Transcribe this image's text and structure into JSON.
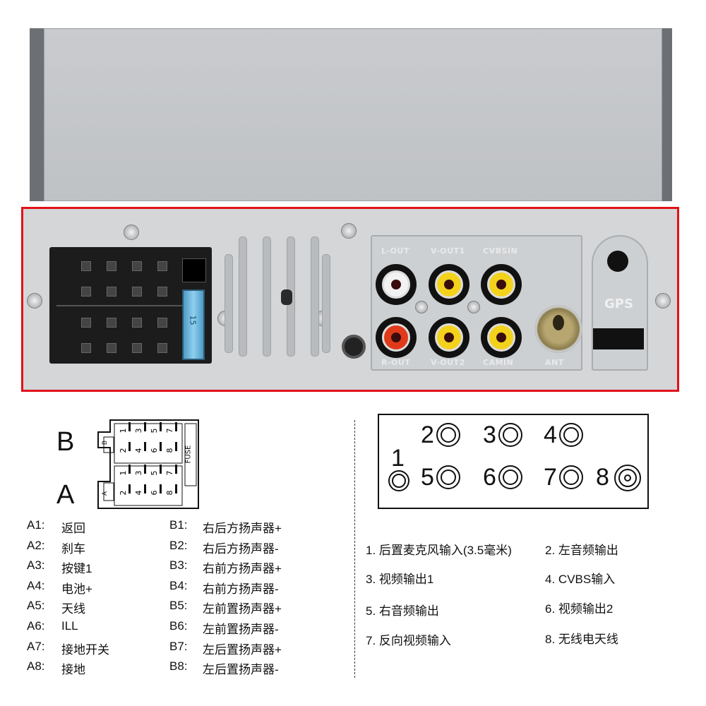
{
  "panel": {
    "rca_labels_top": [
      "L-OUT",
      "V-OUT1",
      "CVBSIN"
    ],
    "rca_labels_bottom": [
      "R-OUT",
      "V-OUT2",
      "CAMIN"
    ],
    "ant_label": "ANT",
    "gps_label": "GPS",
    "fuse_label": "15",
    "colors": {
      "highlight_border": "#e2111b",
      "rca_white": "#f2f2f2",
      "rca_red": "#e03a1a",
      "rca_yellow": "#f3d21c",
      "fuse": "#5aaedb"
    }
  },
  "pin_diagram": {
    "label_b": "B",
    "label_a": "A",
    "small_b": "B",
    "small_a": "A",
    "fuse": "FUSE",
    "top_row": [
      "1",
      "3",
      "5",
      "7"
    ],
    "bottom_row": [
      "2",
      "4",
      "6",
      "8"
    ]
  },
  "pins_a": [
    {
      "pin": "A1:",
      "desc": "返回"
    },
    {
      "pin": "A2:",
      "desc": "刹车"
    },
    {
      "pin": "A3:",
      "desc": "按键1"
    },
    {
      "pin": "A4:",
      "desc": "电池+"
    },
    {
      "pin": "A5:",
      "desc": "天线"
    },
    {
      "pin": "A6:",
      "desc": "ILL"
    },
    {
      "pin": "A7:",
      "desc": "接地开关"
    },
    {
      "pin": "A8:",
      "desc": "接地"
    }
  ],
  "pins_b": [
    {
      "pin": "B1:",
      "desc": "右后方扬声器+"
    },
    {
      "pin": "B2:",
      "desc": "右后方扬声器-"
    },
    {
      "pin": "B3:",
      "desc": "右前方扬声器+"
    },
    {
      "pin": "B4:",
      "desc": "右前方扬声器-"
    },
    {
      "pin": "B5:",
      "desc": "左前置扬声器+"
    },
    {
      "pin": "B6:",
      "desc": "左前置扬声器-"
    },
    {
      "pin": "B7:",
      "desc": "左后置扬声器+"
    },
    {
      "pin": "B8:",
      "desc": "左后置扬声器-"
    }
  ],
  "ports_diagram": {
    "n1": "1",
    "n2": "2",
    "n3": "3",
    "n4": "4",
    "n5": "5",
    "n6": "6",
    "n7": "7",
    "n8": "8"
  },
  "legend": [
    {
      "num": "1.",
      "text": "后置麦克风输入(3.5毫米)"
    },
    {
      "num": "2.",
      "text": "左音频输出"
    },
    {
      "num": "3.",
      "text": "视频输出1"
    },
    {
      "num": "4.",
      "text": "CVBS输入"
    },
    {
      "num": "5.",
      "text": "右音频输出"
    },
    {
      "num": "6.",
      "text": "视频输出2"
    },
    {
      "num": "7.",
      "text": "反向视频输入"
    },
    {
      "num": "8.",
      "text": "无线电天线"
    }
  ]
}
